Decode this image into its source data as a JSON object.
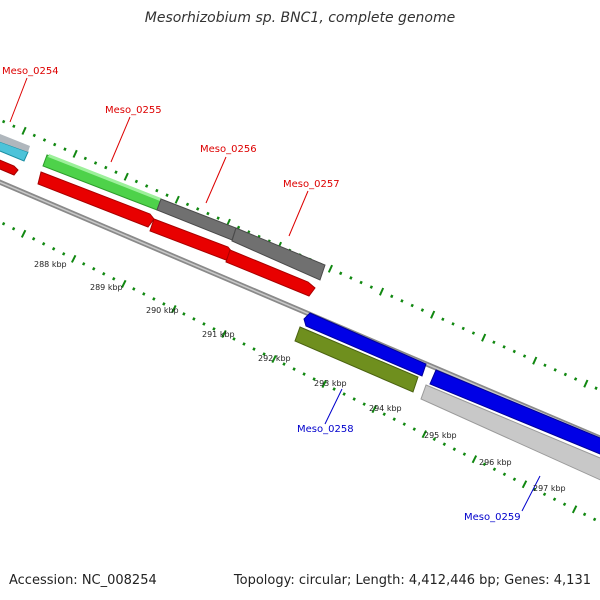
{
  "title": "Mesorhizobium sp. BNC1, complete genome",
  "footer": {
    "accession": "Accession: NC_008254",
    "summary": "Topology: circular; Length: 4,412,446 bp; Genes: 4,131"
  },
  "colors": {
    "forward_label": "#dd0000",
    "reverse_label": "#0000cc",
    "tick": "#118811",
    "backbone": "#8a8a8a"
  },
  "ticks": [
    "288 kbp",
    "289 kbp",
    "290 kbp",
    "291 kbp",
    "292 kbp",
    "293 kbp",
    "294 kbp",
    "295 kbp",
    "296 kbp",
    "297 kbp"
  ],
  "genes": [
    {
      "name": "Meso_0254",
      "strand": "forward"
    },
    {
      "name": "Meso_0255",
      "strand": "forward"
    },
    {
      "name": "Meso_0256",
      "strand": "forward"
    },
    {
      "name": "Meso_0257",
      "strand": "forward"
    },
    {
      "name": "Meso_0258",
      "strand": "reverse"
    },
    {
      "name": "Meso_0259",
      "strand": "reverse"
    }
  ]
}
